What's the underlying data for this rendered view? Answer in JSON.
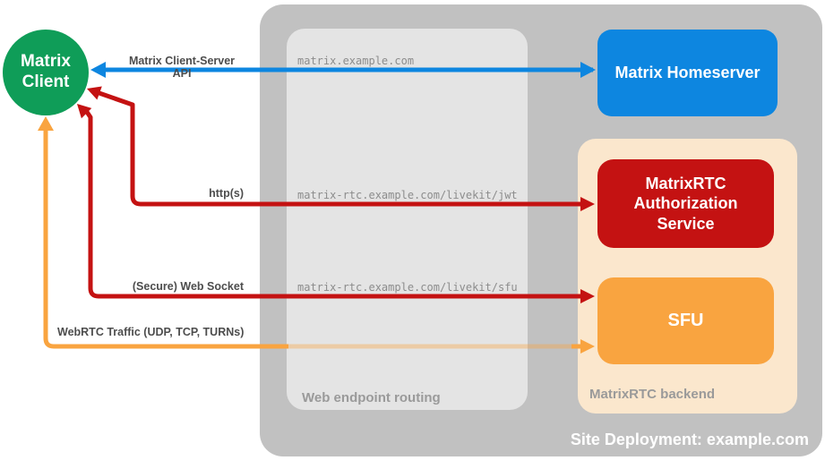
{
  "colors": {
    "client_green": "#0f9d58",
    "homeserver_blue": "#0d86e0",
    "auth_red": "#c41212",
    "sfu_orange": "#f9a440",
    "backend_peach": "#fbe7cd",
    "outer_gray": "#c1c1c1",
    "inner_gray": "#e4e4e4",
    "conn_label_gray": "#4d4d4d",
    "endpoint_gray": "#8c8c8c",
    "container_label_gray": "#9a9a9a"
  },
  "nodes": {
    "client": {
      "label": "Matrix Client"
    },
    "homeserver": {
      "label": "Matrix Homeserver"
    },
    "auth_service": {
      "label": "MatrixRTC Authorization Service"
    },
    "sfu": {
      "label": "SFU"
    }
  },
  "containers": {
    "site": {
      "label": "Site Deployment: example.com"
    },
    "web_endpoint_routing": {
      "label": "Web endpoint routing"
    },
    "matrixrtc_backend": {
      "label": "MatrixRTC backend"
    }
  },
  "connections": {
    "client_server_api": {
      "label": "Matrix Client-Server API",
      "endpoint": "matrix.example.com",
      "color": "#0d86e0"
    },
    "https": {
      "label": "http(s)",
      "endpoint": "matrix-rtc.example.com/livekit/jwt",
      "color": "#c41212"
    },
    "websocket": {
      "label": "(Secure) Web Socket",
      "endpoint": "matrix-rtc.example.com/livekit/sfu",
      "color": "#c41212"
    },
    "webrtc": {
      "label": "WebRTC Traffic (UDP, TCP, TURNs)",
      "color": "#f9a440"
    }
  }
}
